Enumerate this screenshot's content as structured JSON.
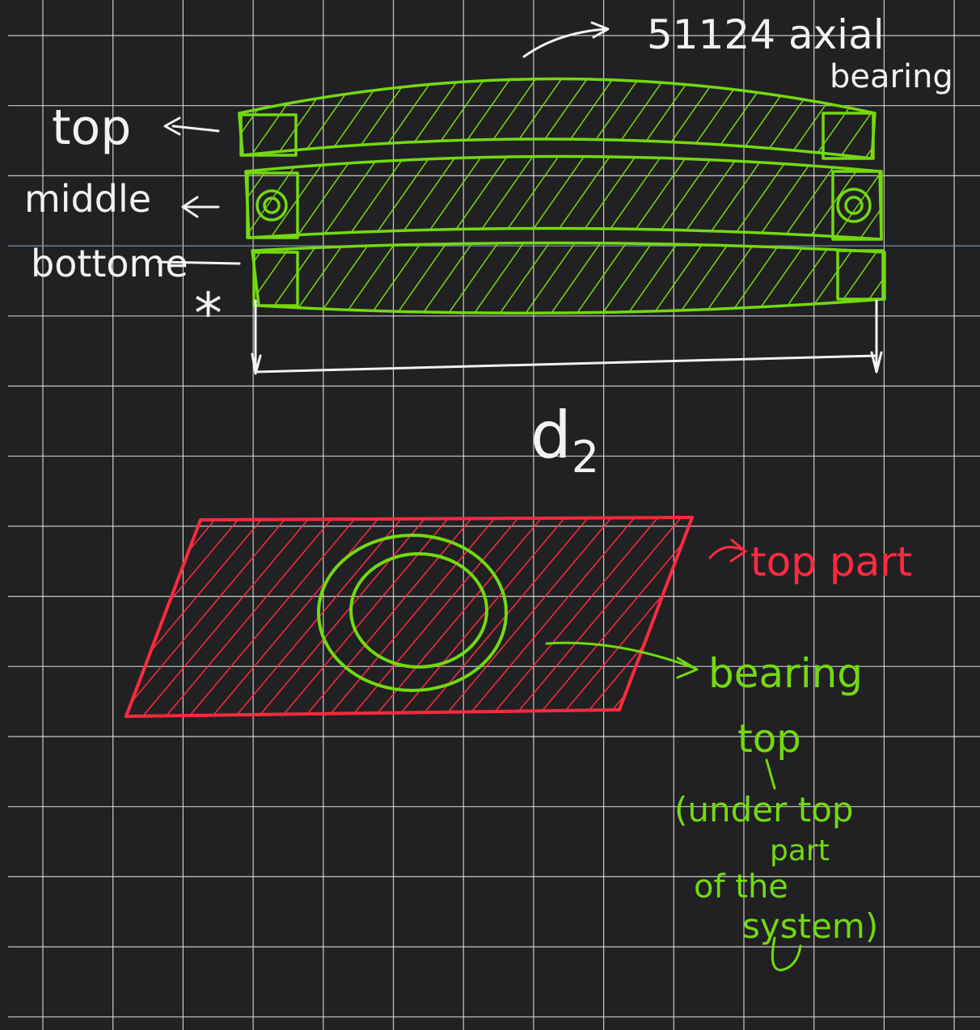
{
  "colors": {
    "background": "#212124",
    "grid": "#e6e6e6",
    "grid_accent": "#8da2c2",
    "ink_white": "#f2f2f2",
    "ink_green": "#74d90f",
    "ink_red": "#ff2a3e"
  },
  "labels": {
    "bearing_model": "51124 axial",
    "bearing_word": "bearing",
    "top": "top",
    "middle": "middle",
    "bottom": "bottome",
    "asterisk": "*",
    "dimension": "d",
    "dimension_sub": "2",
    "top_part": "top part",
    "bearing_top_1": "bearing",
    "bearing_top_2": "top",
    "bearing_top_3": "(under top",
    "bearing_top_4": "part",
    "bearing_top_5": "of the",
    "bearing_top_6": "system)"
  }
}
